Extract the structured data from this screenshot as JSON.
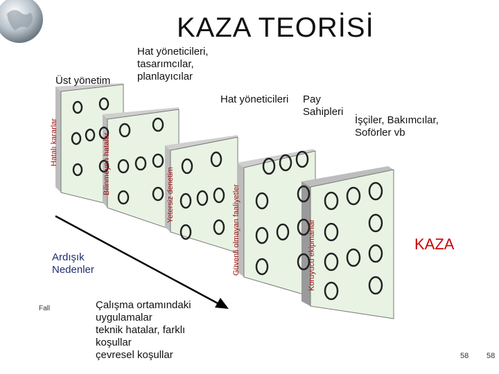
{
  "title": "KAZA TEORİSİ",
  "labels": {
    "ust_yonetim": "Üst yönetim",
    "hat_yoneticileri_top": [
      "Hat yöneticileri,",
      "tasarımcılar,",
      "planlayıcılar"
    ],
    "hat_yoneticileri": "Hat yöneticileri",
    "pay_sahipleri": [
      "Pay",
      "Sahipleri"
    ],
    "isciler": [
      "İşçiler, Bakımcılar,",
      "Soförler vb"
    ],
    "kaza": "KAZA",
    "ardisik": [
      "Ardışık",
      "Nedenler"
    ],
    "calisma": [
      "Çalışma ortamındaki",
      "uygulamalar",
      "teknik hatalar, farklı",
      "koşullar",
      "çevresel koşullar"
    ],
    "fall": "Fall",
    "page1": "58",
    "page2": "58"
  },
  "dominoes": [
    {
      "label": "Hatalı kararlar"
    },
    {
      "label": "Bilinmeyen hatalar"
    },
    {
      "label": "Yetersiz denetim"
    },
    {
      "label": "Güvenli olmayan faaliyetler"
    },
    {
      "label": "Koruyucu ekipmanlar"
    }
  ],
  "colors": {
    "domino_face": "#e8f3e4",
    "domino_side": "#d0d0d0",
    "vertical_text": "#a01010",
    "kaza": "#cc0000",
    "arrow": "#000000"
  }
}
